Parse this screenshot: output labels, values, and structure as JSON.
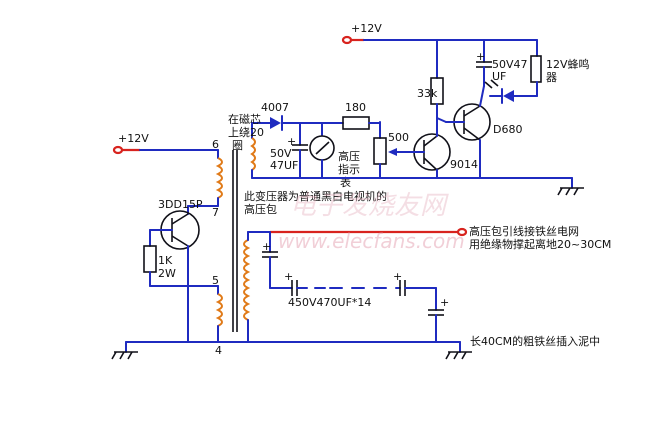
{
  "supply": {
    "main": "+12V",
    "left": "+12V"
  },
  "transistors": {
    "q1": "3DD15P",
    "q2": "9014",
    "q3": "D680"
  },
  "diode": "4007",
  "resistors": {
    "r1": "180",
    "r2": "500",
    "r3": "33k",
    "r4_value": "1K",
    "r4_power": "2W"
  },
  "capacitors": {
    "c1_voltage": "50V",
    "c1_cap": "47UF",
    "c2_voltage": "50V47",
    "c2_cap": "UF",
    "chain": "450V470UF*14"
  },
  "meter_label_lines": [
    "高压",
    "指示",
    "表"
  ],
  "winding_note_lines": [
    "在磁芯",
    "上绕20",
    "圈"
  ],
  "buzzer_lines": [
    "12V蜂鸣",
    "器"
  ],
  "transformer_note_lines": [
    "此变压器为普通黑白电视机的",
    "高压包"
  ],
  "output_note_lines": [
    "高压包引线接铁丝电网",
    "用绝缘物撑起离地20~30CM"
  ],
  "ground_note": "长40CM的粗铁丝插入泥中",
  "pins": [
    "6",
    "7",
    "5",
    "4"
  ],
  "watermark": {
    "brand": "电子发烧友网",
    "url": "www.elecfans.com"
  },
  "colors": {
    "wire": "#1f2bc0",
    "coil": "#e07a18",
    "hv": "#d8231e"
  }
}
